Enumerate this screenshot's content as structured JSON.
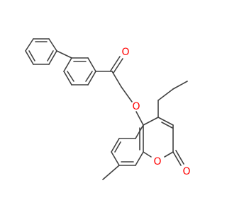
{
  "diagram": {
    "type": "skeletal-structure",
    "atom_labels": {
      "ketone_oxygen": "O",
      "ether_oxygen": "O",
      "ring_oxygen": "O",
      "lactone_carbonyl_oxygen": "O"
    },
    "colors": {
      "bond": "#404040",
      "oxygen": "#ff0000",
      "background": "#ffffff"
    }
  }
}
